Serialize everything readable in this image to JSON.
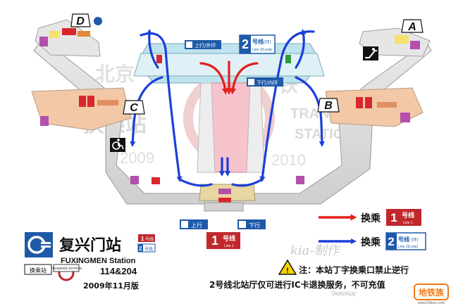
{
  "station": {
    "name_cn": "复兴门站",
    "name_en": "FUXINGMEN Station",
    "code": "114&204",
    "date": "2009年11月版",
    "transfer_badge": "换乘站",
    "transfer_badge_en": "TRANSFER STATION"
  },
  "watermark": {
    "cn_left": "北京",
    "cn_right": "铁",
    "transfer_cn": "换乘站",
    "transfer_en_1": "TRANSFER",
    "transfer_en_2": "STATION",
    "year_left": "2009",
    "year_right": "2010",
    "author": "kia-制作",
    "sketchup": "SketchUp"
  },
  "exits": {
    "a": "A",
    "b": "B",
    "c": "C",
    "d": "D"
  },
  "line2_platform": {
    "line_number": "2",
    "line_label": "号线",
    "loop_label": "(环)",
    "line_en": "Line 2(Loop)",
    "up_label": "上行/外环",
    "down_label": "下行/内环"
  },
  "line1_platform": {
    "line_number": "1",
    "line_label": "号线",
    "line_en": "Line 1",
    "up_label": "上行",
    "down_label": "下行"
  },
  "legend": {
    "transfer_label": "换乘",
    "item1_line": "1",
    "item1_suffix": "号线",
    "item1_en": "Line 1",
    "item2_line": "2",
    "item2_suffix": "号线",
    "item2_loop": "(环)",
    "item2_en": "Line 2(Loop)"
  },
  "notes": {
    "note_prefix": "注：",
    "line1": "本站丁字换乘口禁止逆行",
    "line2": "2号线北站厅仅可进行IC卡退换服务，不可充值"
  },
  "logo_text": "地铁族",
  "logo_sub": "www.Ditiezu.com",
  "colors": {
    "line1": "#c0282d",
    "line2": "#1e5aa8",
    "arrow_blue": "#1a3fd8",
    "arrow_red": "#e3201b",
    "concourse": "#f2c8a6",
    "platform_pink": "#f7c3cc",
    "floor_gray": "#d9d9d9",
    "purple": "#b54fae",
    "yellow": "#f5e06a"
  },
  "icons": [
    "escalator-icon",
    "wheelchair-icon",
    "transfer-icon",
    "warning-icon",
    "train-icon"
  ]
}
